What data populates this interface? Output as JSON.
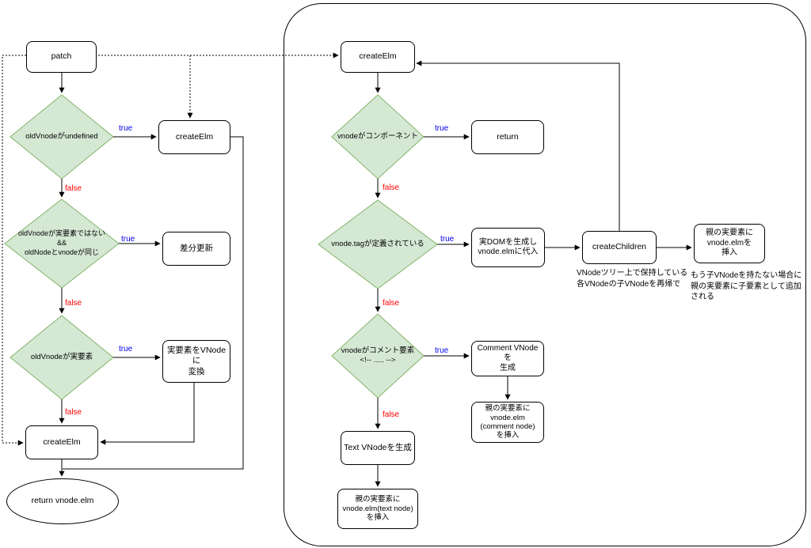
{
  "labels": {
    "true": "true",
    "false": "false"
  },
  "left": {
    "patch": "patch",
    "cond_undefined": "oldVnodeがundefined",
    "create_elm_top": "createElm",
    "cond_same": "oldVnodeが実要素ではない\n&&\noldNodeとvnodeが同じ",
    "diff_update": "差分更新",
    "cond_real": "oldVnodeが実要素",
    "to_vnode": "実要素をVNodeに\n変換",
    "create_elm_bottom": "createElm",
    "return_node": "return vnode.elm"
  },
  "right": {
    "create_elm": "createElm",
    "cond_component": "vnodeがコンポーネント",
    "return_box": "return",
    "cond_tag": "vnode.tagが定義されている",
    "make_dom": "実DOMを生成し\nvnode.elmに代入",
    "create_children": "createChildren",
    "insert_elm": "親の実要素に\nvnode.elmを\n挿入",
    "note_children": "VNodeツリー上で保持している\n各VNodeの子VNodeを再帰で",
    "note_insert": "もう子VNodeを持たない場合に\n親の実要素に子要素として追加\nされる",
    "cond_comment": "vnodeがコメント要素\n<!--  .....  -->",
    "make_comment": "Comment VNodeを\n生成",
    "insert_comment": "親の実要素に\nvnode.elm\n(comment node)\nを挿入",
    "make_text": "Text VNodeを生成",
    "insert_text": "親の実要素に\nvnode.elm(text node)\nを挿入"
  },
  "colors": {
    "diamond_fill": "#d5e8d4",
    "diamond_border": "#82b366",
    "true_label": "#0000ee",
    "false_label": "#ff0000"
  }
}
